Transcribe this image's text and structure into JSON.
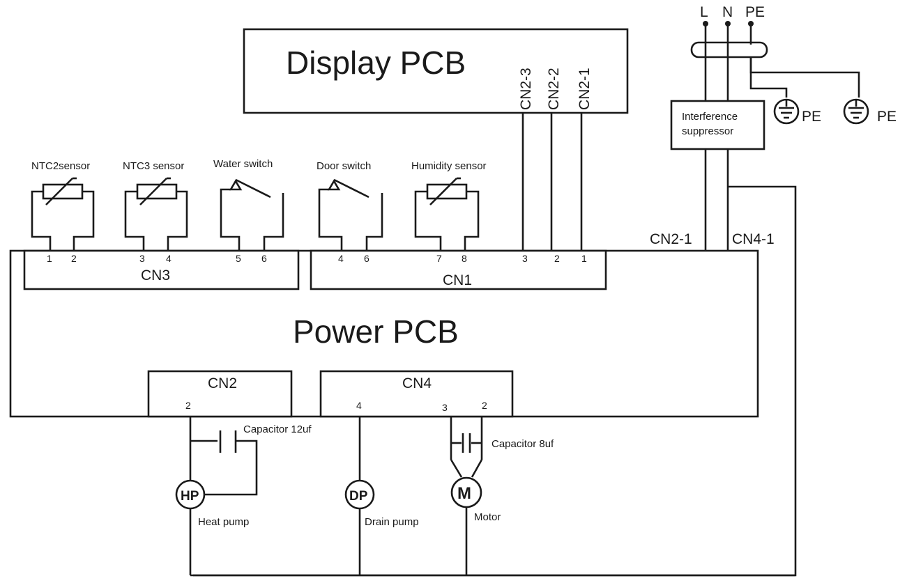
{
  "display_pcb": {
    "title": "Display PCB",
    "connectors": [
      "CN2-3",
      "CN2-2",
      "CN2-1"
    ]
  },
  "mains": {
    "l": "L",
    "n": "N",
    "pe": "PE",
    "pe_ground_1": "PE",
    "pe_ground_2": "PE"
  },
  "suppressor": {
    "line1": "Interference",
    "line2": "suppressor"
  },
  "sensors": {
    "ntc2": "NTC2sensor",
    "ntc3": "NTC3  sensor",
    "water": "Water switch",
    "door": "Door switch",
    "humidity": "Humidity sensor"
  },
  "power_pcb": {
    "title": "Power PCB",
    "cn3": {
      "label": "CN3",
      "pins": [
        "1",
        "2",
        "3",
        "4",
        "5",
        "6"
      ]
    },
    "cn1": {
      "label": "CN1",
      "pins": [
        "4",
        "6",
        "7",
        "8",
        "3",
        "2",
        "1"
      ]
    },
    "cn2": {
      "label": "CN2",
      "pin": "2"
    },
    "cn4": {
      "label": "CN4",
      "pins": [
        "4",
        "3",
        "2"
      ]
    },
    "input_cn2": "CN2-1",
    "input_cn4": "CN4-1"
  },
  "loads": {
    "capacitor_hp": "Capacitor 12uf",
    "capacitor_motor": "Capacitor 8uf",
    "heat_pump_symbol": "HP",
    "heat_pump_label": "Heat pump",
    "drain_pump_symbol": "DP",
    "drain_pump_label": "Drain pump",
    "motor_symbol": "M",
    "motor_label": "Motor"
  }
}
